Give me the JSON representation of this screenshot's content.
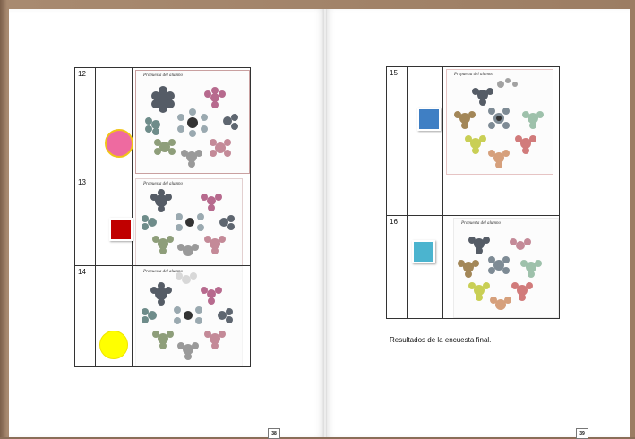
{
  "left_page": {
    "rows": [
      {
        "number": "12",
        "swatch_shape": "circle",
        "swatch_color": "#ee6aa0",
        "swatch_border": "#f0c419",
        "thumb_title": "Propuesta del alumno"
      },
      {
        "number": "13",
        "swatch_shape": "square",
        "swatch_color": "#c00000",
        "swatch_border": "#ffffff",
        "thumb_title": "Propuesta del alumno"
      },
      {
        "number": "14",
        "swatch_shape": "circle",
        "swatch_color": "#ffff00",
        "swatch_border": "#f0e400",
        "thumb_title": "Propuesta del alumno"
      }
    ],
    "page_number": "38"
  },
  "right_page": {
    "rows": [
      {
        "number": "15",
        "swatch_shape": "square",
        "swatch_color": "#3f7fc4",
        "swatch_border": "#ffffff",
        "thumb_title": "Propuesta del alumno"
      },
      {
        "number": "16",
        "swatch_shape": "square",
        "swatch_color": "#4bb4cf",
        "swatch_border": "#ffffff",
        "thumb_title": "Propuesta del alumno"
      }
    ],
    "caption": "Resultados de la encuesta final.",
    "page_number": "39"
  },
  "colors": {
    "page": "#ffffff",
    "cover": "#8a6e58",
    "table_border": "#333333"
  }
}
